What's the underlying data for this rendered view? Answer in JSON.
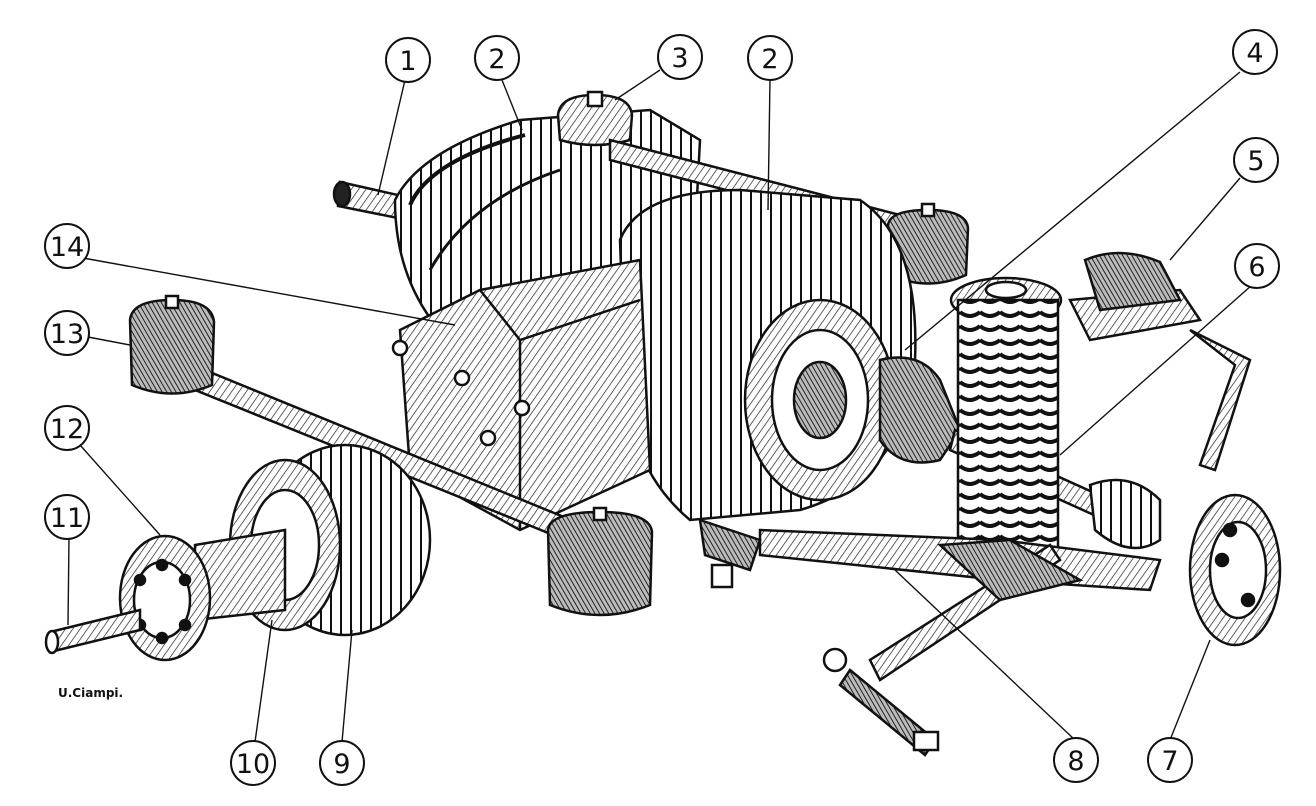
{
  "drawing": {
    "subject": "engine-gearbox-suspension-assembly",
    "ink_color": "#111111",
    "paper_color": "#ffffff"
  },
  "callouts": [
    {
      "label": "1"
    },
    {
      "label": "2"
    },
    {
      "label": "3"
    },
    {
      "label": "2"
    },
    {
      "label": "4"
    },
    {
      "label": "5"
    },
    {
      "label": "6"
    },
    {
      "label": "14"
    },
    {
      "label": "13"
    },
    {
      "label": "12"
    },
    {
      "label": "11"
    },
    {
      "label": "10"
    },
    {
      "label": "9"
    },
    {
      "label": "8"
    },
    {
      "label": "7"
    }
  ],
  "signature": "U.Ciampi."
}
